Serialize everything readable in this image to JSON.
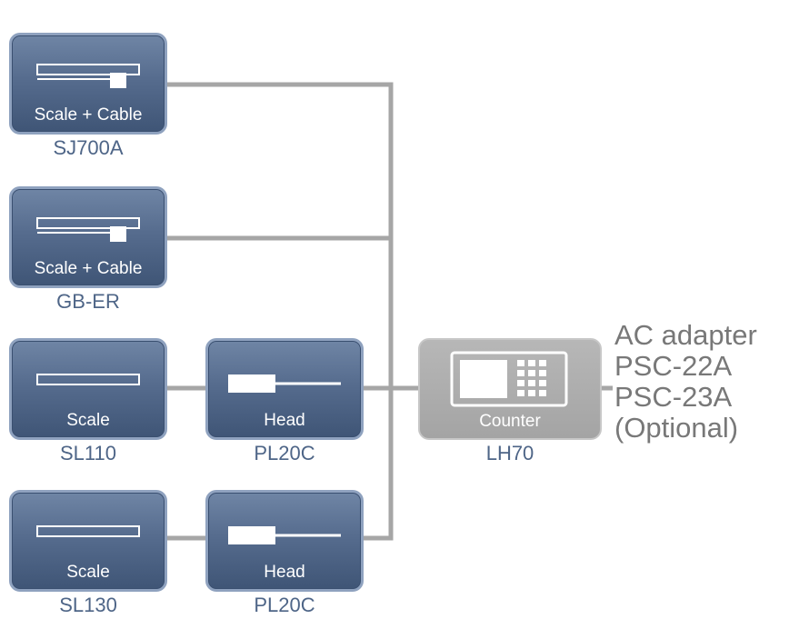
{
  "devices": [
    {
      "id": "sj700a",
      "label": "Scale + Cable",
      "model": "SJ700A",
      "icon": "scale-cable-icon"
    },
    {
      "id": "gb-er",
      "label": "Scale + Cable",
      "model": "GB-ER",
      "icon": "scale-cable-icon"
    },
    {
      "id": "sl110",
      "label": "Scale",
      "model": "SL110",
      "icon": "scale-icon"
    },
    {
      "id": "pl20c-1",
      "label": "Head",
      "model": "PL20C",
      "icon": "head-icon"
    },
    {
      "id": "sl130",
      "label": "Scale",
      "model": "SL130",
      "icon": "scale-icon"
    },
    {
      "id": "pl20c-2",
      "label": "Head",
      "model": "PL20C",
      "icon": "head-icon"
    },
    {
      "id": "lh70",
      "label": "Counter",
      "model": "LH70",
      "icon": "counter-icon"
    }
  ],
  "ac_adapter": {
    "lines": [
      "AC adapter",
      "PSC-22A",
      "PSC-23A",
      "(Optional)"
    ]
  },
  "colors": {
    "connector": "#a6a6a6",
    "box_blue": "#566c8e",
    "box_gray": "#a8a8a8",
    "caption": "#4e6587",
    "note": "#787878"
  }
}
